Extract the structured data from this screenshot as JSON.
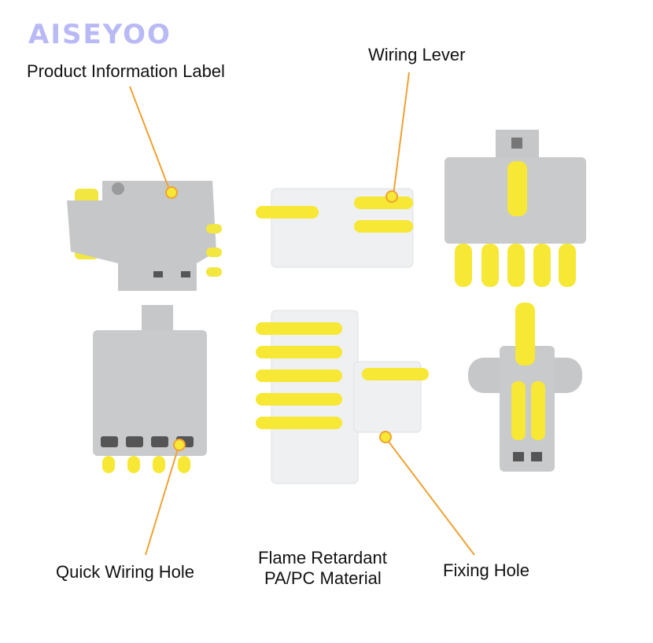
{
  "brand": "AISEYOO",
  "labels": {
    "product_info": "Product Information Label",
    "wiring_lever": "Wiring Lever",
    "quick_wiring_hole": "Quick Wiring Hole",
    "flame_line1": "Flame Retardant",
    "flame_line2": "PA/PC Material",
    "fixing_hole": "Fixing Hole"
  },
  "colors": {
    "callout": "#f0a232",
    "gray_body": "#c9cacc",
    "yellow_lever": "#f7ea3a",
    "clear_body": "#eef0f2",
    "brand": "#b9b9f5"
  }
}
